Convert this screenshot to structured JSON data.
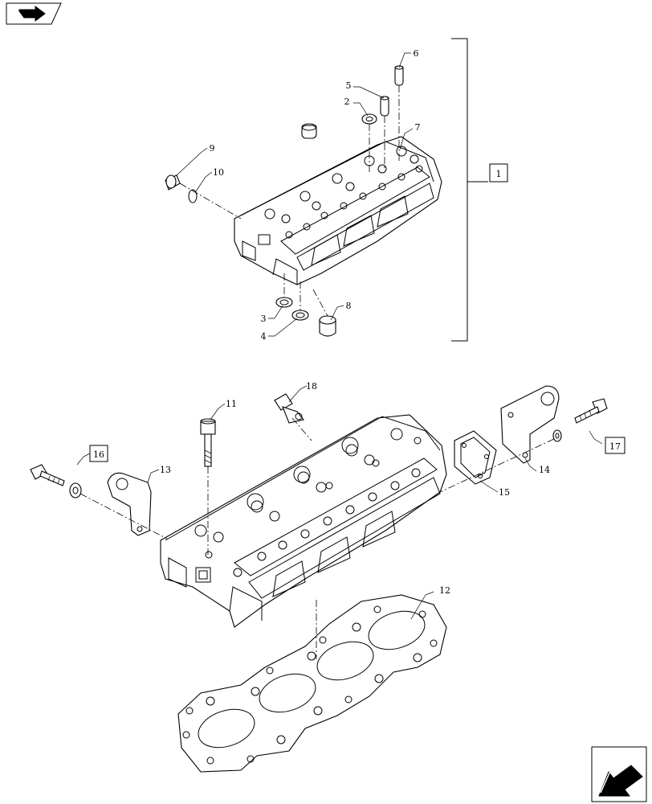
{
  "callouts": {
    "c1": "1",
    "c2": "2",
    "c3": "3",
    "c4": "4",
    "c5": "5",
    "c6": "6",
    "c7": "7",
    "c8": "8",
    "c9": "9",
    "c10": "10",
    "c11": "11",
    "c12": "12",
    "c13": "13",
    "c14": "14",
    "c15": "15",
    "c16": "16",
    "c17": "17",
    "c18": "18"
  },
  "icons": {
    "top_left": "previous-page-arrow-icon",
    "bottom_right": "next-page-arrow-icon"
  }
}
